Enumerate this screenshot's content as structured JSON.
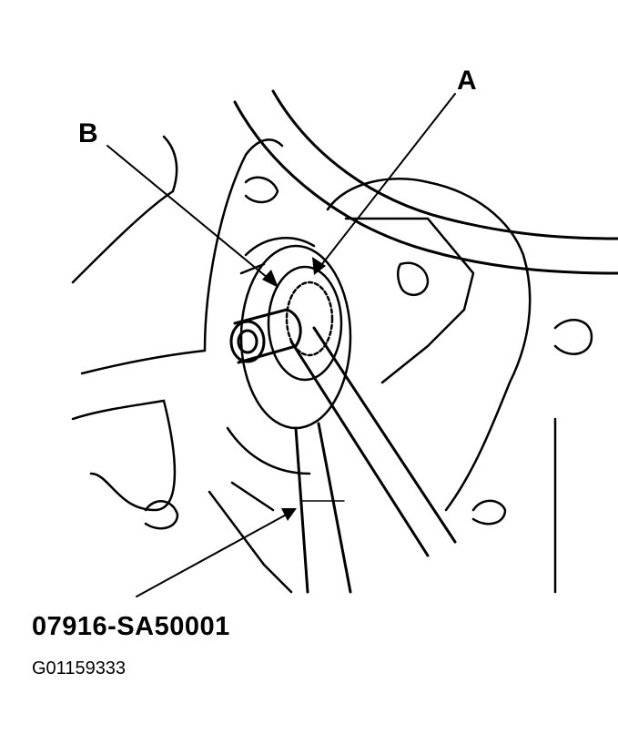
{
  "callouts": {
    "a": "A",
    "b": "B"
  },
  "tool_part_number": "07916-SA50001",
  "figure_id": "G01159333"
}
